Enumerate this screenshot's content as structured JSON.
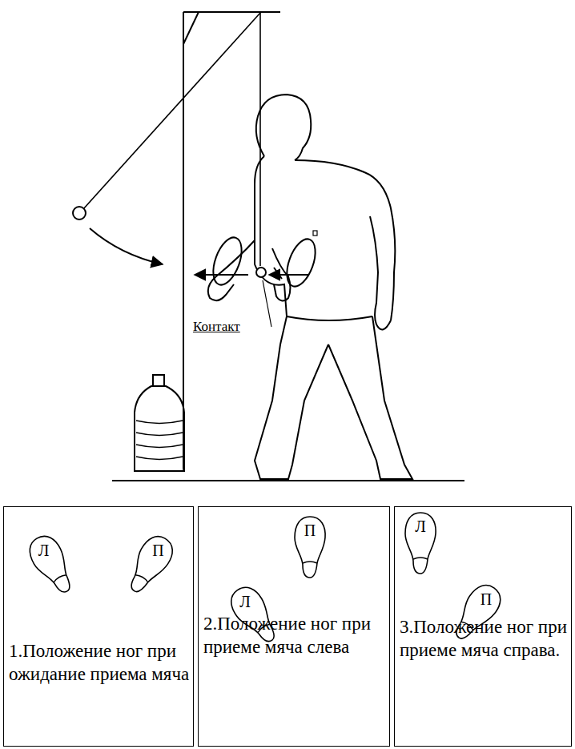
{
  "diagram": {
    "nodes": [
      {
        "text": [
          "1.Положение ног при ожидание приема мяча"
        ]
      },
      {
        "text": [
          "Л"
        ],
        "in": 0
      },
      {
        "text": [
          "П"
        ],
        "in": 0
      },
      {
        "text": [
          "2.Положение ног при приеме мяча слева"
        ]
      },
      {
        "text": [
          "П"
        ],
        "in": 3
      },
      {
        "text": [
          "Л"
        ],
        "in": 3
      },
      {
        "text": [
          "3.Положение ног при приеме мяча справа."
        ]
      },
      {
        "text": [
          "Л"
        ],
        "in": 6
      },
      {
        "text": [
          "П"
        ],
        "in": 6
      }
    ],
    "labels": [
      "Контакт"
    ]
  }
}
